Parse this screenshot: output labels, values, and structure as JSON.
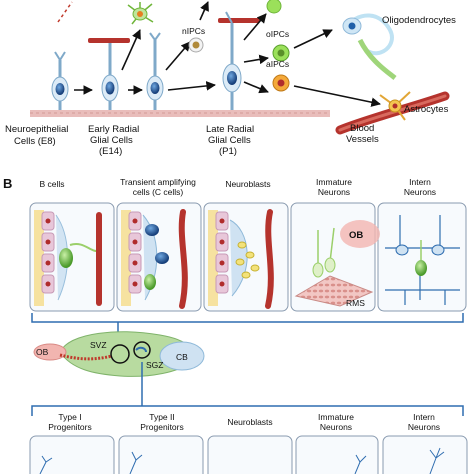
{
  "panel_a": {
    "stage_labels": [
      {
        "line1": "Neuroepithelial",
        "line2": "Cells (E8)",
        "line3": ""
      },
      {
        "line1": "Early Radial",
        "line2": "Glial Cells",
        "line3": "(E14)"
      },
      {
        "line1": "Late Radial",
        "line2": "Glial Cells",
        "line3": "(P1)"
      }
    ],
    "progenitor_labels": {
      "nipcs": "nIPCs",
      "oipcs": "oIPCs",
      "aipcs": "aIPCs"
    },
    "fate_labels": {
      "oligodendrocytes": "Oligodendrocytes",
      "astrocytes": "Astrocytes",
      "blood_vessels_line1": "Blood",
      "blood_vessels_line2": "Vessels"
    }
  },
  "panel_b": {
    "letter": "B",
    "top_headers": [
      {
        "line1": "B cells",
        "line2": ""
      },
      {
        "line1": "Transient amplifying",
        "line2": "cells (C cells)"
      },
      {
        "line1": "Neuroblasts",
        "line2": ""
      },
      {
        "line1": "Immature",
        "line2": "Neurons"
      },
      {
        "line1": "Intern",
        "line2": "Neurons"
      }
    ],
    "box_labels": {
      "ob": "OB",
      "rms": "RMS"
    },
    "brain_labels": {
      "ob": "OB",
      "svz": "SVZ",
      "sgz": "SGZ",
      "cb": "CB"
    },
    "bottom_headers": [
      {
        "line1": "Type I",
        "line2": "Progenitors"
      },
      {
        "line1": "Type II",
        "line2": "Progenitors"
      },
      {
        "line1": "Neuroblasts",
        "line2": ""
      },
      {
        "line1": "Immature",
        "line2": "Neurons"
      },
      {
        "line1": "Intern",
        "line2": "Neurons"
      }
    ]
  },
  "colors": {
    "vessel": "#b5332d",
    "membrane": "#e7b9b6",
    "nucleus_blue": "#1f5fa8",
    "cell_green": "#9bcf6a",
    "cell_light_blue": "#cfe2f2",
    "bracket_blue": "#2f6db0",
    "brain_green": "#b8dba0"
  }
}
